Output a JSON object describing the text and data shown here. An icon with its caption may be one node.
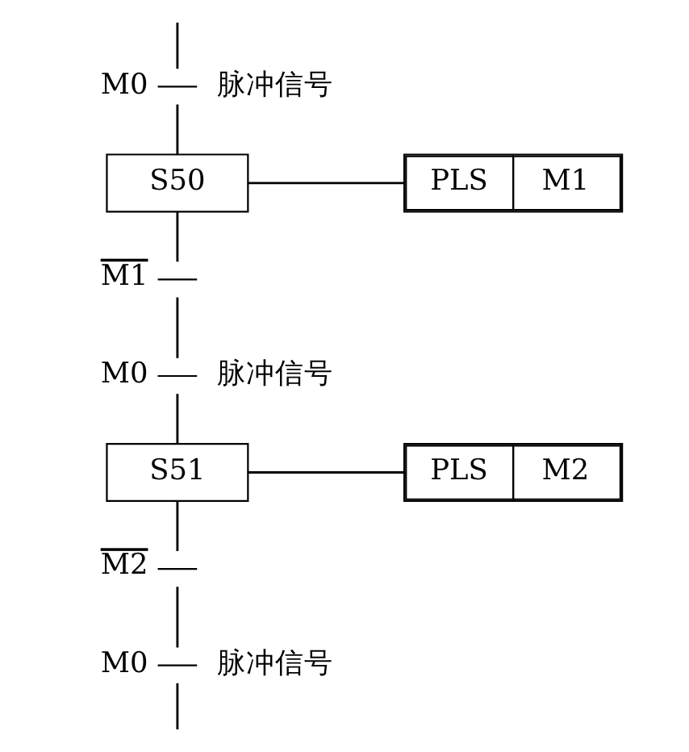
{
  "diagram": {
    "nodes": [
      {
        "text": [
          "M0"
        ],
        "beside": [
          "脉冲信号"
        ]
      },
      {
        "text": [
          "S50"
        ]
      },
      {
        "text": [
          "PLS",
          "M1"
        ]
      },
      {
        "text": [
          "M1"
        ]
      },
      {
        "text": [
          "M0"
        ],
        "beside": [
          "脉冲信号"
        ]
      },
      {
        "text": [
          "S51"
        ]
      },
      {
        "text": [
          "PLS",
          "M2"
        ]
      },
      {
        "text": [
          "M2"
        ]
      },
      {
        "text": [
          "M0"
        ],
        "beside": [
          "脉冲信号"
        ]
      }
    ],
    "edges": [
      {
        "from": null,
        "to": 0,
        "arrow": "none"
      },
      {
        "from": 0,
        "to": 1,
        "arrow": "none"
      },
      {
        "from": 1,
        "to": 2,
        "arrow": "none"
      },
      {
        "from": 1,
        "to": 3,
        "arrow": "none"
      },
      {
        "from": 3,
        "to": 4,
        "arrow": "none"
      },
      {
        "from": 4,
        "to": 5,
        "arrow": "none"
      },
      {
        "from": 5,
        "to": 6,
        "arrow": "none"
      },
      {
        "from": 5,
        "to": 7,
        "arrow": "none"
      },
      {
        "from": 7,
        "to": 8,
        "arrow": "none"
      },
      {
        "from": 8,
        "to": null,
        "arrow": "none"
      }
    ]
  }
}
